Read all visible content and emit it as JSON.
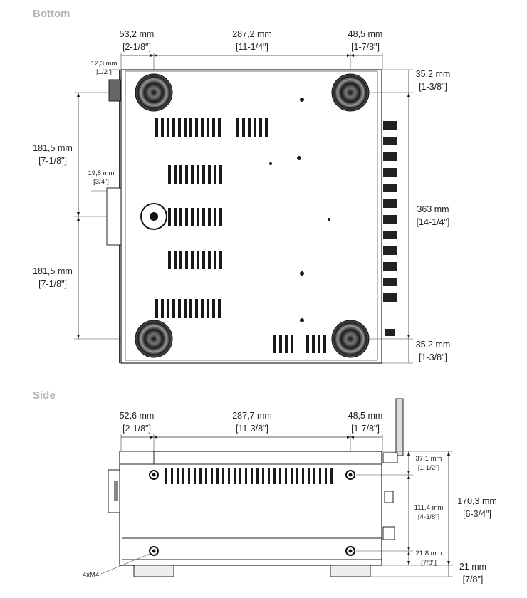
{
  "sections": {
    "bottom": "Bottom",
    "side": "Side"
  },
  "bottom": {
    "top_dims": [
      {
        "mm": "53,2 mm",
        "inch": "[2-1/8\"]"
      },
      {
        "mm": "287,2 mm",
        "inch": "[11-1/4\"]"
      },
      {
        "mm": "48,5 mm",
        "inch": "[1-7/8\"]"
      }
    ],
    "knob_dim": {
      "mm": "12,3 mm",
      "inch": "[1/2\"]"
    },
    "left_upper": {
      "mm": "181,5 mm",
      "inch": "[7-1/8\"]"
    },
    "left_lower": {
      "mm": "181,5 mm",
      "inch": "[7-1/8\"]"
    },
    "left_small": {
      "mm": "19,8 mm",
      "inch": "[3/4\"]"
    },
    "right_top": {
      "mm": "35,2 mm",
      "inch": "[1-3/8\"]"
    },
    "right_mid": {
      "mm": "363 mm",
      "inch": "[14-1/4\"]"
    },
    "right_bot": {
      "mm": "35,2 mm",
      "inch": "[1-3/8\"]"
    }
  },
  "side": {
    "top_dims": [
      {
        "mm": "52,6 mm",
        "inch": "[2-1/8\"]"
      },
      {
        "mm": "287,7 mm",
        "inch": "[11-3/8\"]"
      },
      {
        "mm": "48,5 mm",
        "inch": "[1-7/8\"]"
      }
    ],
    "right_a": {
      "mm": "37,1 mm",
      "inch": "[1-1/2\"]"
    },
    "right_b": {
      "mm": "111,4 mm",
      "inch": "[4-3/8\"]"
    },
    "right_c": {
      "mm": "21,8 mm",
      "inch": "[7/8\"]"
    },
    "total_h": {
      "mm": "170,3 mm",
      "inch": "[6-3/4\"]"
    },
    "feet_h": {
      "mm": "21 mm",
      "inch": "[7/8\"]"
    },
    "screw_label": "4xM4"
  }
}
